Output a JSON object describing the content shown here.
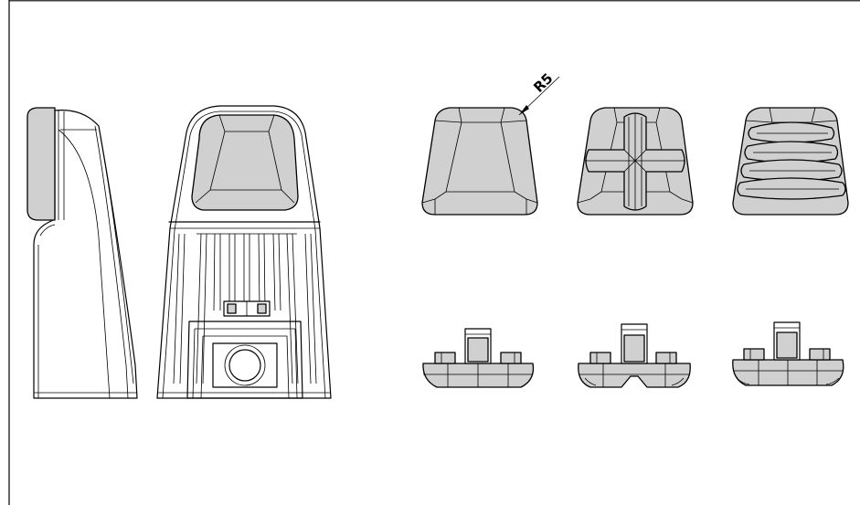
{
  "drawing": {
    "dimension_label": "R5"
  },
  "colors": {
    "pad_fill": "#d0d0d0",
    "line": "#000000",
    "paper": "#ffffff"
  },
  "views": [
    {
      "name": "side-view"
    },
    {
      "name": "front-view"
    },
    {
      "name": "pad-plain-top-view"
    },
    {
      "name": "pad-cross-top-view"
    },
    {
      "name": "pad-ribbed-top-view"
    },
    {
      "name": "pad-plain-front-view"
    },
    {
      "name": "pad-cross-front-view"
    },
    {
      "name": "pad-ribbed-front-view"
    }
  ]
}
